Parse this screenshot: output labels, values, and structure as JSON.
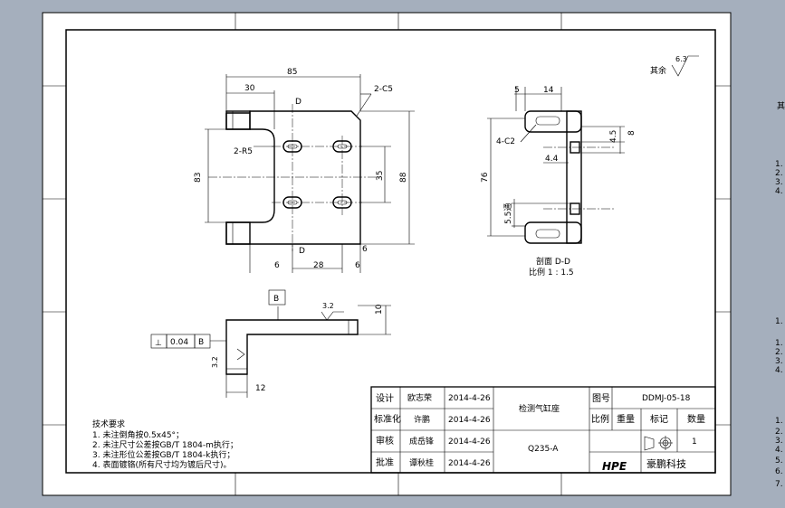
{
  "dims": {
    "d85": "85",
    "d30": "30",
    "d2c5": "2-C5",
    "d2r5": "2-R5",
    "d83": "83",
    "d35": "35",
    "d88": "88",
    "d6a": "6",
    "d6b": "6",
    "d6c": "6",
    "d28": "28",
    "dD_top": "D",
    "dD_bot": "D",
    "s5": "5",
    "s14": "14",
    "s4c2": "4-C2",
    "s45": "4.5",
    "s8": "8",
    "s44": "4.4",
    "s76": "76",
    "s55": "5.5通",
    "b10": "10",
    "b12": "12",
    "b32a": "3.2",
    "b32b": "3.2"
  },
  "surface": {
    "label": "其余",
    "value": "6.3"
  },
  "section": {
    "title": "剖面 D-D",
    "scale": "比例 1 : 1.5"
  },
  "datum": {
    "letter": "B"
  },
  "tolerance": {
    "symbol": "⊥",
    "value": "0.04",
    "datum": "B"
  },
  "notes": {
    "title": "技术要求",
    "lines": [
      "1. 未注倒角按0.5x45°；",
      "2. 未注尺寸公差按GB/T  1804-m执行；",
      "3. 未注形位公差按GB/T  1804-k执行；",
      "4. 表面镀铬(所有尺寸均为镀后尺寸)。"
    ]
  },
  "title_block": {
    "design_label": "设计",
    "design_name": "欧志荣",
    "design_date": "2014-4-26",
    "std_label": "标准化",
    "std_name": "许鹏",
    "std_date": "2014-4-26",
    "check_label": "审核",
    "check_name": "成岳锋",
    "check_date": "2014-4-26",
    "approve_label": "批准",
    "approve_name": "谭秋桂",
    "approve_date": "2014-4-26",
    "part_name": "检测气缸座",
    "material": "Q235-A",
    "drawing_no_label": "图号",
    "drawing_no": "DDMJ-05-18",
    "scale_label": "比例",
    "weight_label": "重量",
    "mark_label": "标记",
    "qty_label": "数量",
    "qty": "1",
    "logo": "HPE",
    "company": "豪鹏科技"
  },
  "side_texts": [
    "其",
    "1.",
    "2.",
    "3.",
    "4.",
    "1.",
    "1.",
    "2.",
    "3.",
    "4.",
    "1.",
    "2.",
    "3.",
    "4.",
    "5.",
    "6.",
    "7."
  ]
}
